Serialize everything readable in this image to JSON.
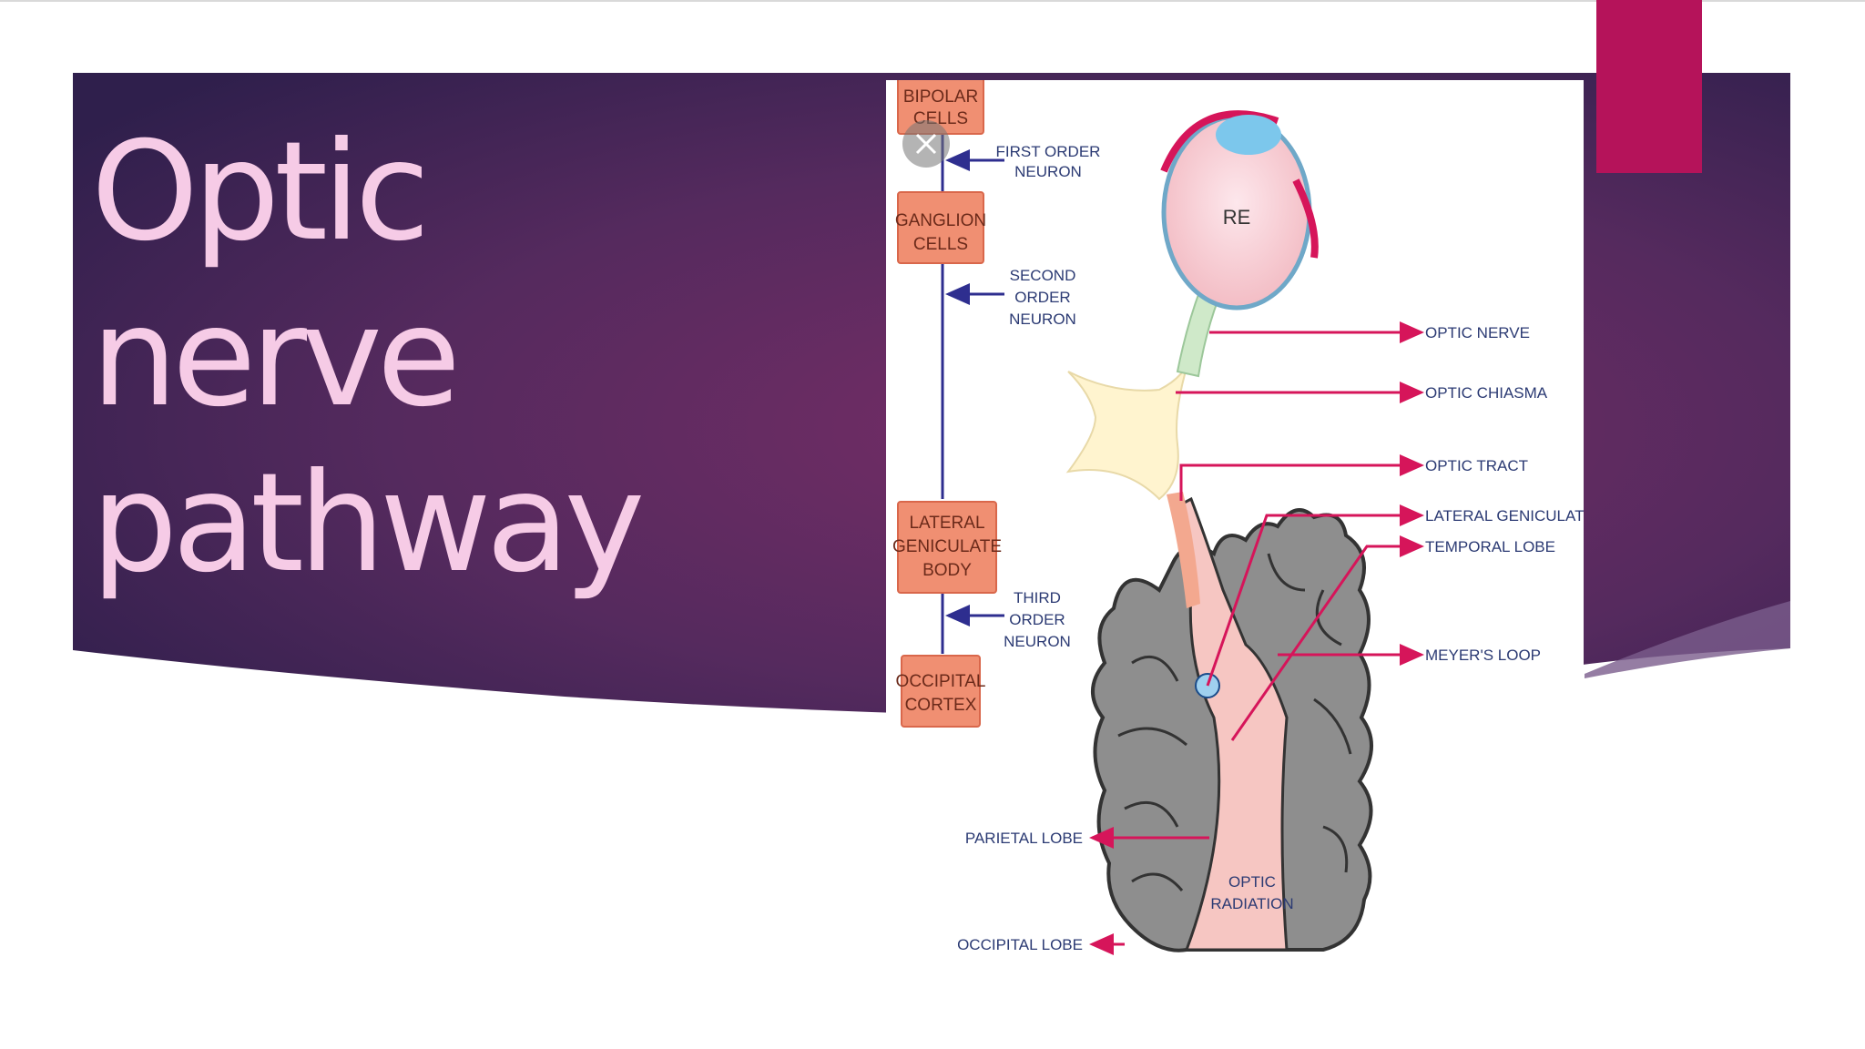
{
  "slide": {
    "title_lines": [
      "Optic",
      "nerve",
      "pathway"
    ]
  },
  "colors": {
    "banner_dark": "#36204f",
    "banner_mid": "#6a2b63",
    "title_text": "#f6cbe6",
    "accent_tab": "#b5135a",
    "box_fill": "#f08f72",
    "arrow_red": "#d6155a",
    "arrow_blue": "#2e2e8f"
  },
  "diagram": {
    "flow_boxes": [
      {
        "line1": "BIPOLAR",
        "line2": "CELLS",
        "line3": ""
      },
      {
        "line1": "GANGLION",
        "line2": "CELLS",
        "line3": ""
      },
      {
        "line1": "LATERAL",
        "line2": "GENICULATE",
        "line3": "BODY"
      },
      {
        "line1": "OCCIPITAL",
        "line2": "CORTEX",
        "line3": ""
      }
    ],
    "neuron_labels": [
      {
        "line1": "FIRST ORDER",
        "line2": "NEURON",
        "line3": ""
      },
      {
        "line1": "SECOND",
        "line2": "ORDER",
        "line3": "NEURON"
      },
      {
        "line1": "THIRD",
        "line2": "ORDER",
        "line3": "NEURON"
      }
    ],
    "eye_label": "RE",
    "right_labels": [
      "OPTIC NERVE",
      "OPTIC CHIASMA",
      "OPTIC TRACT",
      "LATERAL GENICULATE BODY",
      "TEMPORAL LOBE",
      "MEYER'S LOOP"
    ],
    "left_labels": [
      "PARIETAL LOBE",
      "OCCIPITAL LOBE"
    ],
    "radiation_label": {
      "line1": "OPTIC",
      "line2": "RADIATION"
    }
  }
}
